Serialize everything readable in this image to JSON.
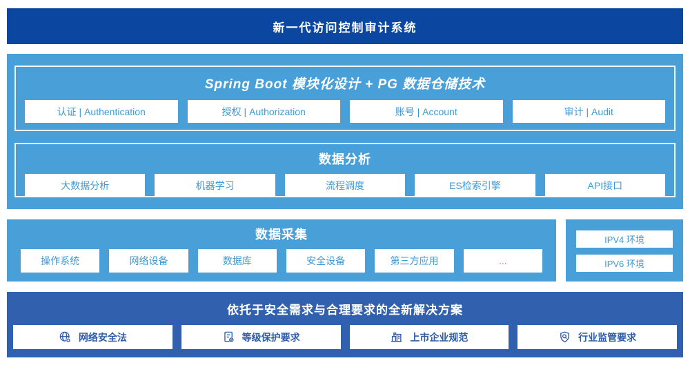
{
  "banner": {
    "title": "新一代访问控制审计系统"
  },
  "platform": {
    "modules": {
      "title": "Spring Boot 模块化设计 + PG 数据仓储技术",
      "items": [
        "认证 | Authentication",
        "授权 | Authorization",
        "账号 | Account",
        "审计 | Audit"
      ]
    },
    "analysis": {
      "title": "数据分析",
      "items": [
        "大数据分析",
        "机器学习",
        "流程调度",
        "ES检索引擎",
        "API接口"
      ]
    }
  },
  "collection": {
    "title": "数据采集",
    "items": [
      "操作系统",
      "网络设备",
      "数据库",
      "安全设备",
      "第三方应用",
      "..."
    ],
    "environments": [
      "IPV4 环境",
      "IPV6 环境"
    ]
  },
  "solution": {
    "title": "依托于安全需求与合理要求的全新解决方案",
    "items": [
      {
        "icon": "globe-security-icon",
        "label": "网络安全法"
      },
      {
        "icon": "document-check-icon",
        "label": "等级保护要求"
      },
      {
        "icon": "building-icon",
        "label": "上市企业规范"
      },
      {
        "icon": "shield-search-icon",
        "label": "行业监管要求"
      }
    ]
  },
  "colors": {
    "banner_blue": "#0b47a0",
    "panel_blue": "#49a0d8",
    "solution_blue": "#3161ae",
    "cell_text_blue": "#3e99d4",
    "solution_text_blue": "#2d5ca8"
  }
}
